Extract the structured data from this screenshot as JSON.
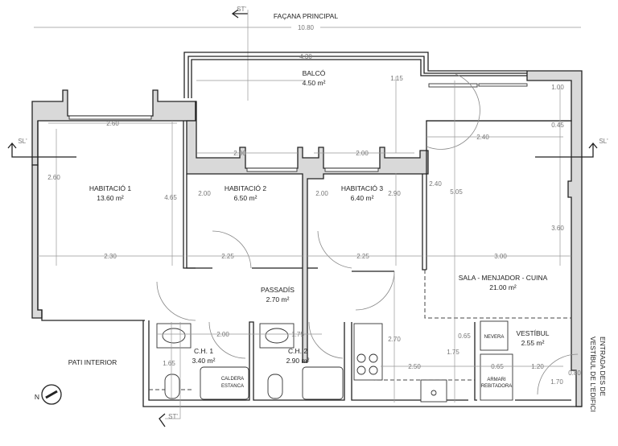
{
  "title": "FAÇANA PRINCIPAL",
  "section_marks": {
    "st_top": "ST'",
    "st_bottom": "ST'",
    "sl_left": "SL'",
    "sl_right": "SL'"
  },
  "overall_width": "10.80",
  "rooms": {
    "balco": {
      "name": "BALCÓ",
      "area": "4.50 m²",
      "width": "4.30",
      "depth": "1.15"
    },
    "hab1": {
      "name": "HABITACIÓ 1",
      "area": "13.60 m²",
      "dims": [
        "2.60",
        "2.60",
        "4.65",
        "2.30"
      ]
    },
    "hab2": {
      "name": "HABITACIÓ 2",
      "area": "6.50 m²",
      "dims": [
        "2.00",
        "2.00",
        "2.25"
      ]
    },
    "hab3": {
      "name": "HABITACIÓ 3",
      "area": "6.40 m²",
      "dims": [
        "2.00",
        "2.00",
        "2.90",
        "2.25"
      ]
    },
    "sala": {
      "name": "SALA - MENJADOR - CUINA",
      "area": "21.00 m²",
      "dims": [
        "2.40",
        "2.40",
        "5.05",
        "1.00",
        "0.45",
        "3.60",
        "3.00",
        "2.70",
        "2.50"
      ]
    },
    "passadis": {
      "name": "PASSADÍS",
      "area": "2.70 m²"
    },
    "ch1": {
      "name": "C.H. 1",
      "area": "3.40 m²",
      "dims": [
        "2.00",
        "1.65"
      ]
    },
    "ch2": {
      "name": "C.H. 2",
      "area": "2.90 m²",
      "dims": [
        "1.75"
      ]
    },
    "vestibul": {
      "name": "VESTÍBUL",
      "area": "2.55 m²",
      "dims": [
        "0.65",
        "1.75",
        "0.65",
        "1.20",
        "0.80",
        "1.70"
      ]
    }
  },
  "fixtures": {
    "caldera": [
      "CALDERA",
      "ESTANCA"
    ],
    "nevera": "NEVERA",
    "armari": [
      "ARMARI",
      "REBITADORA"
    ]
  },
  "pati": "PATI INTERIOR",
  "entrada": [
    "ENTRADA DES DE",
    "VESTÍBUL DE L'EDIFICI"
  ],
  "north": "N"
}
